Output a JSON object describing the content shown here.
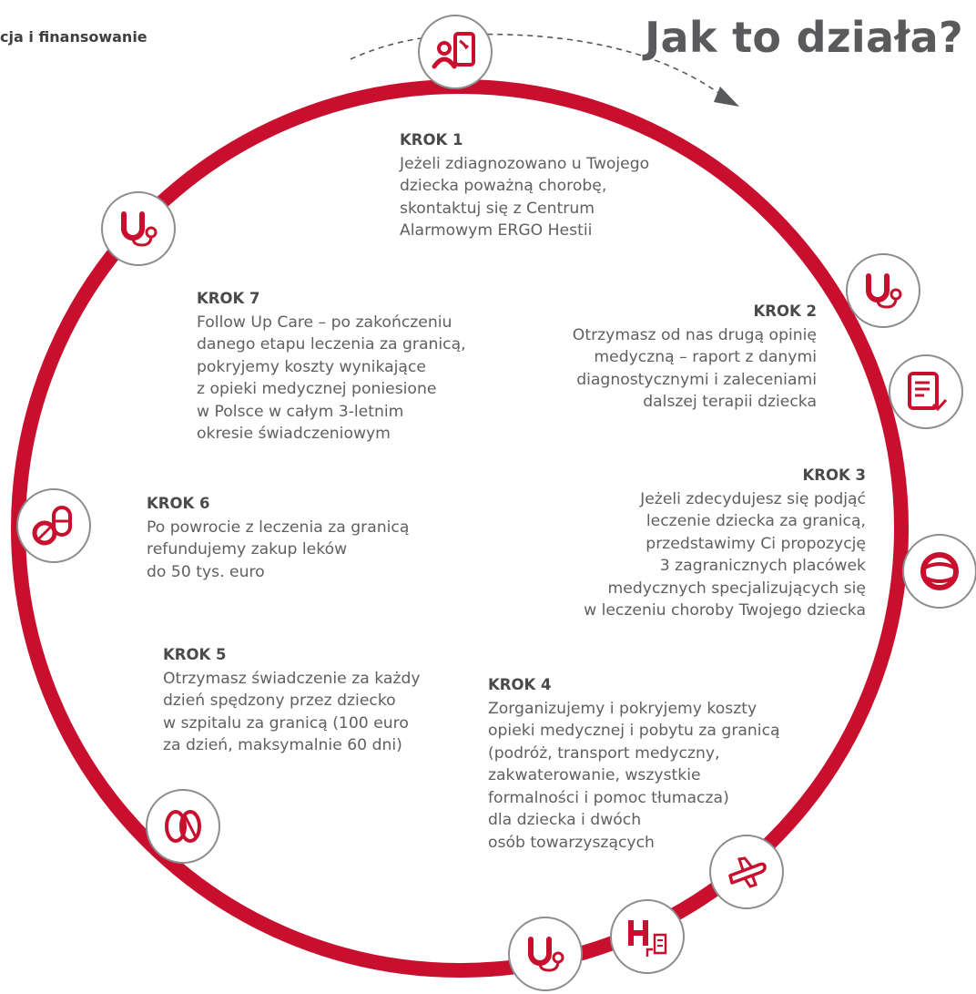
{
  "header": {
    "section_label": "cja i finansowanie",
    "title": "Jak to działa?"
  },
  "colors": {
    "accent": "#c8102e",
    "ring": "#c8102e",
    "text": "#5f6062",
    "badge_border": "#8d8d8f"
  },
  "icons": {
    "top": "doctor-phone-icon",
    "left_top": "stethoscope-icon",
    "right_step2": "stethoscope-icon",
    "right_doc": "document-check-icon",
    "right_globe": "globe-icon",
    "bottom_right_plane": "airplane-icon",
    "bottom_hospital": "hospital-icon",
    "bottom_stetho": "stethoscope-icon",
    "bottom_left_pills": "pills-icon",
    "left_meds": "medicine-icon"
  },
  "steps": [
    {
      "head": "KROK 1",
      "body": "Jeżeli zdiagnozowano u Twojego\ndziecka poważną chorobę,\nskontaktuj się z Centrum\nAlarmowym ERGO Hestii"
    },
    {
      "head": "KROK 2",
      "body": "Otrzymasz od nas drugą opinię\nmedyczną – raport z danymi\ndiagnostycznymi i zaleceniami\ndalszej terapii dziecka"
    },
    {
      "head": "KROK 3",
      "body": "Jeżeli zdecydujesz się podjąć\nleczenie dziecka za granicą,\nprzedstawimy Ci propozycję\n3 zagranicznych placówek\nmedycznych specjalizujących się\nw leczeniu choroby Twojego dziecka"
    },
    {
      "head": "KROK 4",
      "body": "Zorganizujemy i pokryjemy koszty\nopieki medycznej i pobytu za granicą\n(podróż, transport medyczny,\nzakwaterowanie, wszystkie\nformalności i pomoc tłumacza)\ndla dziecka i dwóch\nosób towarzyszących"
    },
    {
      "head": "KROK 5",
      "body": "Otrzymasz świadczenie za każdy\ndzień spędzony przez dziecko\nw szpitalu za granicą (100 euro\nza dzień, maksymalnie 60 dni)"
    },
    {
      "head": "KROK 6",
      "body": "Po powrocie z leczenia za granicą\nrefundujemy zakup leków\ndo 50 tys. euro"
    },
    {
      "head": "KROK 7",
      "body": "Follow Up Care – po zakończeniu\ndanego etapu leczenia za granicą,\npokryjemy koszty wynikające\nz opieki medycznej poniesione\nw Polsce w całym 3-letnim\nokresie świadczeniowym"
    }
  ]
}
